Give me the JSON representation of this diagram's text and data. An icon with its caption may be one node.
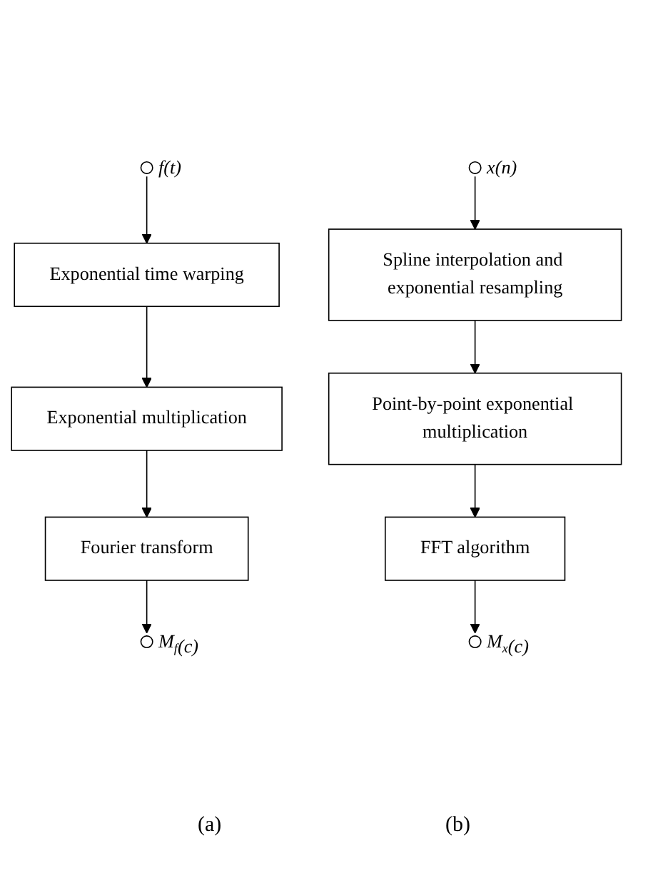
{
  "diagram": {
    "nodes": [
      {
        "text": [],
        "shape": "circle",
        "beside": [
          "f(t)"
        ]
      },
      {
        "text": [
          "Exponential time warping"
        ]
      },
      {
        "text": [
          "Exponential multiplication"
        ]
      },
      {
        "text": [
          "Fourier transform"
        ]
      },
      {
        "text": [],
        "shape": "circle",
        "beside": [
          "M$_{f}$(c)"
        ]
      },
      {
        "text": [],
        "shape": "circle",
        "beside": [
          "x(n)"
        ]
      },
      {
        "text": [
          "Spline interpolation and exponential resampling"
        ]
      },
      {
        "text": [
          "Point-by-point exponential multiplication"
        ]
      },
      {
        "text": [
          "FFT algorithm"
        ]
      },
      {
        "text": [],
        "shape": "circle",
        "beside": [
          "M$_{x}$(c)"
        ]
      }
    ],
    "edges": [
      {
        "from": 0,
        "to": 1,
        "arrow": "to"
      },
      {
        "from": 1,
        "to": 2,
        "arrow": "to"
      },
      {
        "from": 2,
        "to": 3,
        "arrow": "to"
      },
      {
        "from": 3,
        "to": 4,
        "arrow": "to"
      },
      {
        "from": 5,
        "to": 6,
        "arrow": "to"
      },
      {
        "from": 6,
        "to": 7,
        "arrow": "to"
      },
      {
        "from": 7,
        "to": 8,
        "arrow": "to"
      },
      {
        "from": 8,
        "to": 9,
        "arrow": "to"
      }
    ],
    "labels": [
      "(a)",
      "(b)"
    ]
  }
}
